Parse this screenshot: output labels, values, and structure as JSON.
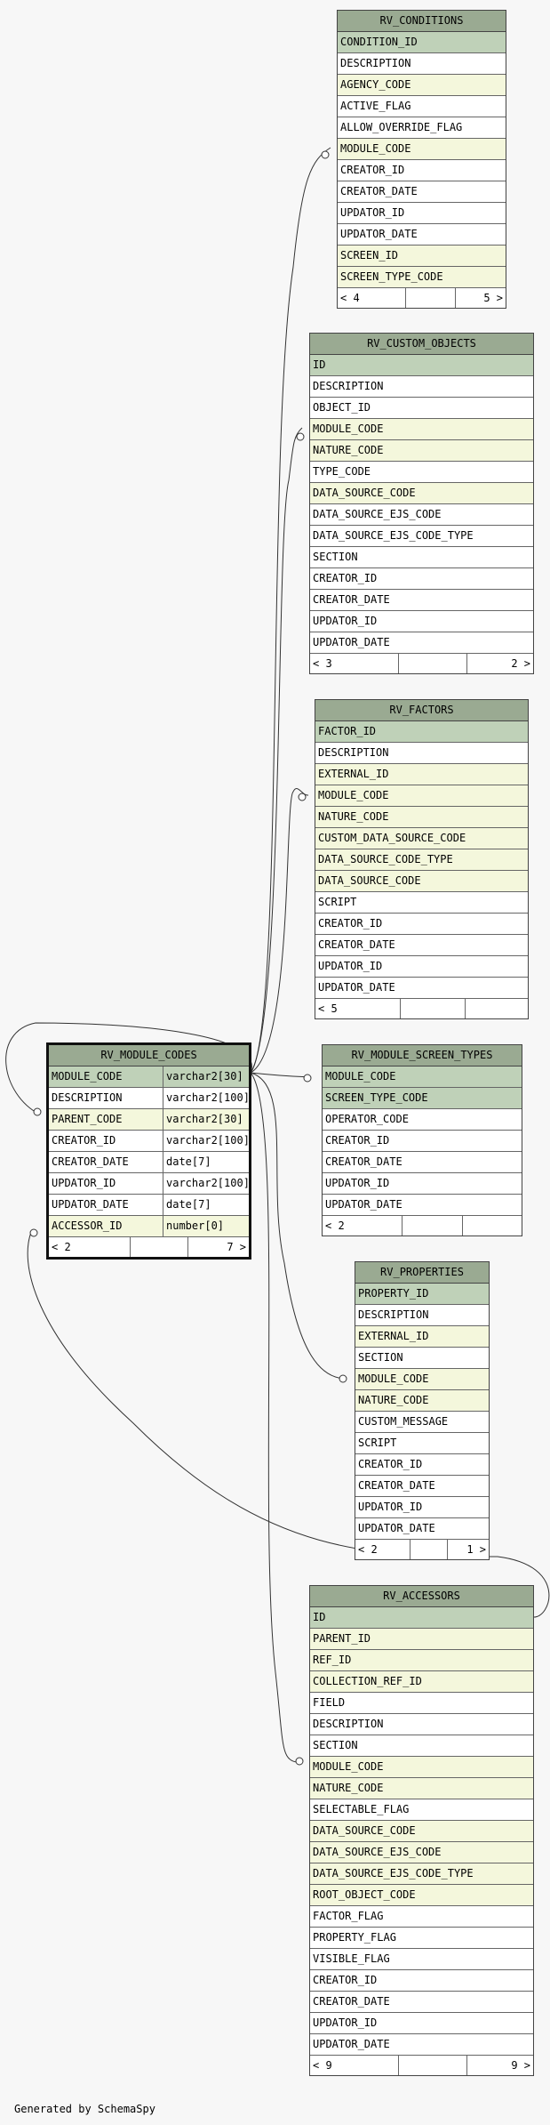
{
  "tables": [
    {
      "id": "rv_conditions",
      "name": "RV_CONDITIONS",
      "columns": [
        {
          "name": "CONDITION_ID",
          "kind": "pk"
        },
        {
          "name": "DESCRIPTION",
          "kind": ""
        },
        {
          "name": "AGENCY_CODE",
          "kind": "fk"
        },
        {
          "name": "ACTIVE_FLAG",
          "kind": ""
        },
        {
          "name": "ALLOW_OVERRIDE_FLAG",
          "kind": ""
        },
        {
          "name": "MODULE_CODE",
          "kind": "fk"
        },
        {
          "name": "CREATOR_ID",
          "kind": ""
        },
        {
          "name": "CREATOR_DATE",
          "kind": ""
        },
        {
          "name": "UPDATOR_ID",
          "kind": ""
        },
        {
          "name": "UPDATOR_DATE",
          "kind": ""
        },
        {
          "name": "SCREEN_ID",
          "kind": "fk"
        },
        {
          "name": "SCREEN_TYPE_CODE",
          "kind": "fk"
        }
      ],
      "footer": {
        "parents": "< 4",
        "children": "5 >"
      }
    },
    {
      "id": "rv_custom_objects",
      "name": "RV_CUSTOM_OBJECTS",
      "columns": [
        {
          "name": "ID",
          "kind": "pk"
        },
        {
          "name": "DESCRIPTION",
          "kind": ""
        },
        {
          "name": "OBJECT_ID",
          "kind": ""
        },
        {
          "name": "MODULE_CODE",
          "kind": "fk"
        },
        {
          "name": "NATURE_CODE",
          "kind": "fk"
        },
        {
          "name": "TYPE_CODE",
          "kind": ""
        },
        {
          "name": "DATA_SOURCE_CODE",
          "kind": "fk"
        },
        {
          "name": "DATA_SOURCE_EJS_CODE",
          "kind": ""
        },
        {
          "name": "DATA_SOURCE_EJS_CODE_TYPE",
          "kind": ""
        },
        {
          "name": "SECTION",
          "kind": ""
        },
        {
          "name": "CREATOR_ID",
          "kind": ""
        },
        {
          "name": "CREATOR_DATE",
          "kind": ""
        },
        {
          "name": "UPDATOR_ID",
          "kind": ""
        },
        {
          "name": "UPDATOR_DATE",
          "kind": ""
        }
      ],
      "footer": {
        "parents": "< 3",
        "children": "2 >"
      }
    },
    {
      "id": "rv_factors",
      "name": "RV_FACTORS",
      "columns": [
        {
          "name": "FACTOR_ID",
          "kind": "pk"
        },
        {
          "name": "DESCRIPTION",
          "kind": ""
        },
        {
          "name": "EXTERNAL_ID",
          "kind": "fk"
        },
        {
          "name": "MODULE_CODE",
          "kind": "fk"
        },
        {
          "name": "NATURE_CODE",
          "kind": "fk"
        },
        {
          "name": "CUSTOM_DATA_SOURCE_CODE",
          "kind": "fk"
        },
        {
          "name": "DATA_SOURCE_CODE_TYPE",
          "kind": "fk"
        },
        {
          "name": "DATA_SOURCE_CODE",
          "kind": "fk"
        },
        {
          "name": "SCRIPT",
          "kind": ""
        },
        {
          "name": "CREATOR_ID",
          "kind": ""
        },
        {
          "name": "CREATOR_DATE",
          "kind": ""
        },
        {
          "name": "UPDATOR_ID",
          "kind": ""
        },
        {
          "name": "UPDATOR_DATE",
          "kind": ""
        }
      ],
      "footer": {
        "parents": "< 5",
        "children": ""
      }
    },
    {
      "id": "rv_module_codes",
      "name": "RV_MODULE_CODES",
      "columns": [
        {
          "name": "MODULE_CODE",
          "type": "varchar2[30]",
          "kind": "pk"
        },
        {
          "name": "DESCRIPTION",
          "type": "varchar2[100]",
          "kind": ""
        },
        {
          "name": "PARENT_CODE",
          "type": "varchar2[30]",
          "kind": "fk"
        },
        {
          "name": "CREATOR_ID",
          "type": "varchar2[100]",
          "kind": ""
        },
        {
          "name": "CREATOR_DATE",
          "type": "date[7]",
          "kind": ""
        },
        {
          "name": "UPDATOR_ID",
          "type": "varchar2[100]",
          "kind": ""
        },
        {
          "name": "UPDATOR_DATE",
          "type": "date[7]",
          "kind": ""
        },
        {
          "name": "ACCESSOR_ID",
          "type": "number[0]",
          "kind": "fk"
        }
      ],
      "footer": {
        "parents": "< 2",
        "children": "7 >"
      }
    },
    {
      "id": "rv_module_screen_types",
      "name": "RV_MODULE_SCREEN_TYPES",
      "columns": [
        {
          "name": "MODULE_CODE",
          "kind": "pk"
        },
        {
          "name": "SCREEN_TYPE_CODE",
          "kind": "pk"
        },
        {
          "name": "OPERATOR_CODE",
          "kind": ""
        },
        {
          "name": "CREATOR_ID",
          "kind": ""
        },
        {
          "name": "CREATOR_DATE",
          "kind": ""
        },
        {
          "name": "UPDATOR_ID",
          "kind": ""
        },
        {
          "name": "UPDATOR_DATE",
          "kind": ""
        }
      ],
      "footer": {
        "parents": "< 2",
        "children": ""
      }
    },
    {
      "id": "rv_properties",
      "name": "RV_PROPERTIES",
      "columns": [
        {
          "name": "PROPERTY_ID",
          "kind": "pk"
        },
        {
          "name": "DESCRIPTION",
          "kind": ""
        },
        {
          "name": "EXTERNAL_ID",
          "kind": "fk"
        },
        {
          "name": "SECTION",
          "kind": ""
        },
        {
          "name": "MODULE_CODE",
          "kind": "fk"
        },
        {
          "name": "NATURE_CODE",
          "kind": "fk"
        },
        {
          "name": "CUSTOM_MESSAGE",
          "kind": ""
        },
        {
          "name": "SCRIPT",
          "kind": ""
        },
        {
          "name": "CREATOR_ID",
          "kind": ""
        },
        {
          "name": "CREATOR_DATE",
          "kind": ""
        },
        {
          "name": "UPDATOR_ID",
          "kind": ""
        },
        {
          "name": "UPDATOR_DATE",
          "kind": ""
        }
      ],
      "footer": {
        "parents": "< 2",
        "children": "1 >"
      }
    },
    {
      "id": "rv_accessors",
      "name": "RV_ACCESSORS",
      "columns": [
        {
          "name": "ID",
          "kind": "pk"
        },
        {
          "name": "PARENT_ID",
          "kind": "fk"
        },
        {
          "name": "REF_ID",
          "kind": "fk"
        },
        {
          "name": "COLLECTION_REF_ID",
          "kind": "fk"
        },
        {
          "name": "FIELD",
          "kind": ""
        },
        {
          "name": "DESCRIPTION",
          "kind": ""
        },
        {
          "name": "SECTION",
          "kind": ""
        },
        {
          "name": "MODULE_CODE",
          "kind": "fk"
        },
        {
          "name": "NATURE_CODE",
          "kind": "fk"
        },
        {
          "name": "SELECTABLE_FLAG",
          "kind": ""
        },
        {
          "name": "DATA_SOURCE_CODE",
          "kind": "fk"
        },
        {
          "name": "DATA_SOURCE_EJS_CODE",
          "kind": "fk"
        },
        {
          "name": "DATA_SOURCE_EJS_CODE_TYPE",
          "kind": "fk"
        },
        {
          "name": "ROOT_OBJECT_CODE",
          "kind": "fk"
        },
        {
          "name": "FACTOR_FLAG",
          "kind": ""
        },
        {
          "name": "PROPERTY_FLAG",
          "kind": ""
        },
        {
          "name": "VISIBLE_FLAG",
          "kind": ""
        },
        {
          "name": "CREATOR_ID",
          "kind": ""
        },
        {
          "name": "CREATOR_DATE",
          "kind": ""
        },
        {
          "name": "UPDATOR_ID",
          "kind": ""
        },
        {
          "name": "UPDATOR_DATE",
          "kind": ""
        }
      ],
      "footer": {
        "parents": "< 9",
        "children": "9 >"
      }
    }
  ],
  "credit": "Generated by SchemaSpy"
}
